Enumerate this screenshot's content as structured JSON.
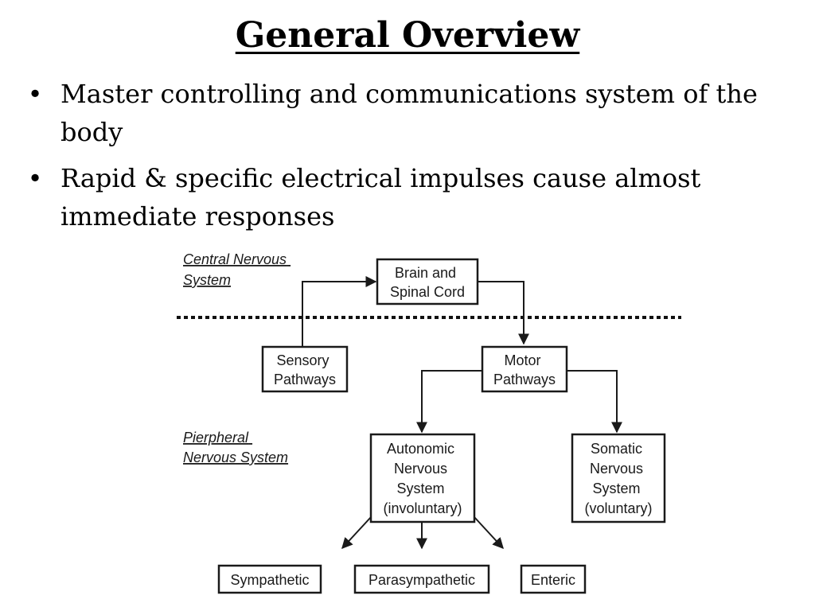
{
  "slide": {
    "title": "General Overview",
    "bullets": [
      "Master controlling and communications system of the body",
      "Rapid & specific electrical impulses cause almost immediate responses"
    ]
  },
  "diagram": {
    "regions": {
      "cns": [
        "Central Nervous",
        "System"
      ],
      "pns": [
        "Pierpheral",
        "Nervous System"
      ]
    },
    "nodes": {
      "brain": [
        "Brain and",
        "Spinal Cord"
      ],
      "sensory": [
        "Sensory",
        "Pathways"
      ],
      "motor": [
        "Motor",
        "Pathways"
      ],
      "autonomic": [
        "Autonomic",
        "Nervous",
        "System",
        "(involuntary)"
      ],
      "somatic": [
        "Somatic",
        "Nervous",
        "System",
        "(voluntary)"
      ],
      "sympathetic": [
        "Sympathetic"
      ],
      "parasympathetic": [
        "Parasympathetic"
      ],
      "enteric": [
        "Enteric"
      ]
    }
  }
}
